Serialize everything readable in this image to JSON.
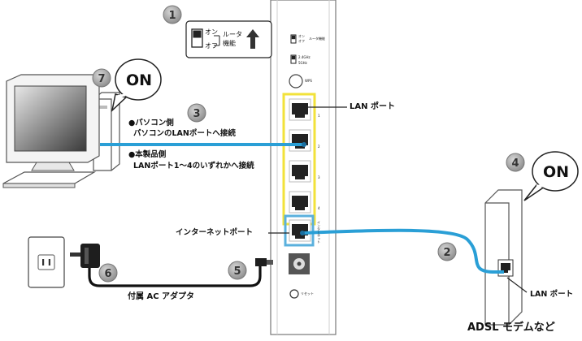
{
  "steps": {
    "s1": "1",
    "s2": "2",
    "s3": "3",
    "s4": "4",
    "s5": "5",
    "s6": "6",
    "s7": "7"
  },
  "bubbles": {
    "pc_on": "ON",
    "modem_on": "ON"
  },
  "switch_callout": {
    "on": "オン",
    "off": "オフ",
    "label_line1": "ルータ",
    "label_line2": "機能"
  },
  "router": {
    "switch_on": "オン",
    "switch_off": "オフ",
    "switch_label": "ルータ機能",
    "band_24": "2.4GHz",
    "band_5": "5GHz",
    "wps": "WPS",
    "port_numbers": [
      "1",
      "2",
      "3",
      "4"
    ],
    "internet_vertical": "インターネット",
    "reset": "リセット"
  },
  "labels": {
    "lan_port": "LAN ポート",
    "pc_side": "●パソコン側",
    "pc_side_desc": "パソコンのLANポートへ接続",
    "device_side": "●本製品側",
    "device_side_desc": "LANポート1～4のいずれかへ接続",
    "internet_port": "インターネットポート",
    "adapter": "付属 AC アダプタ",
    "modem_lan_port": "LAN ポート",
    "modem": "ADSL モデムなど"
  },
  "colors": {
    "lan_cable": "#2a9fd6",
    "port_highlight_yellow": "#f2e23a",
    "port_highlight_blue": "#5ab0dd",
    "step_circle": "#9a9a9a"
  }
}
